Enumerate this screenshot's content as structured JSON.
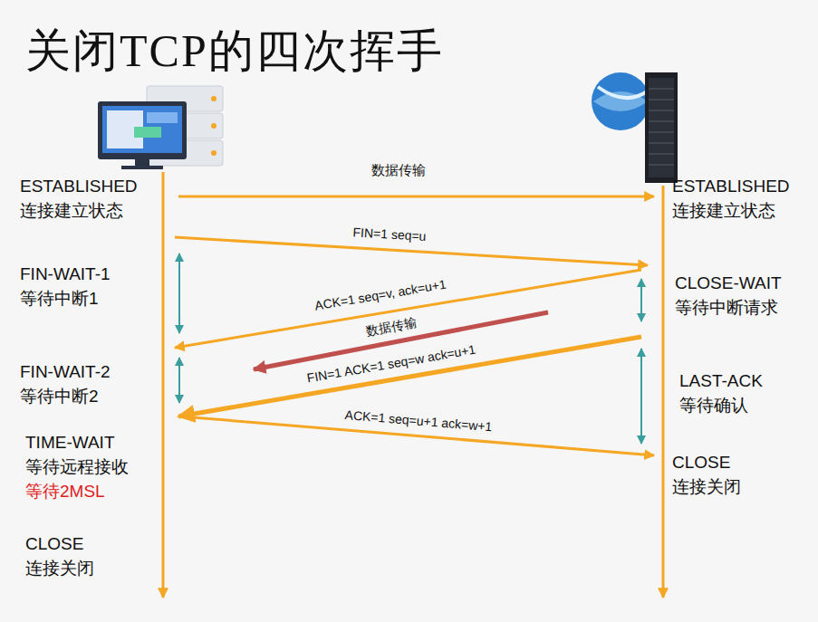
{
  "diagram": {
    "title": "关闭TCP的四次挥手",
    "labels": [
      "数据传输",
      "ESTABLISHED",
      "连接建立状态",
      "ESTABLISHED",
      "连接建立状态",
      "FIN=1  seq=u",
      "FIN-WAIT-1",
      "等待中断1",
      "CLOSE-WAIT",
      "等待中断请求",
      "ACK=1 seq=v,  ack=u+1",
      "数据传输",
      "FIN-WAIT-2",
      "等待中断2",
      "FIN=1 ACK=1 seq=w  ack=u+1",
      "LAST-ACK",
      "等待确认",
      "ACK=1  seq=u+1  ack=w+1",
      "TIME-WAIT",
      "等待远程接收",
      "等待2MSL",
      "CLOSE",
      "连接关闭",
      "CLOSE",
      "连接关闭"
    ]
  }
}
